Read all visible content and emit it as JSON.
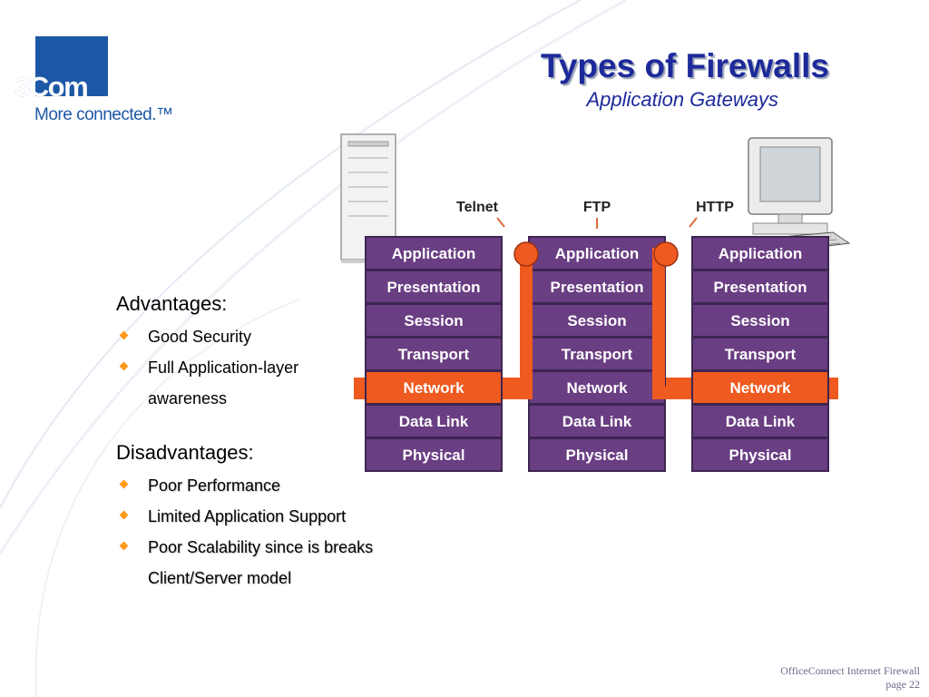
{
  "slide": {
    "title": "Types of Firewalls",
    "subtitle": "Application Gateways"
  },
  "logo": {
    "name": "3Com",
    "reg_mark": "®",
    "tagline": "More connected.™",
    "color": "#1d58a6"
  },
  "diagram": {
    "protocols": [
      "Telnet",
      "FTP",
      "HTTP"
    ],
    "layers": [
      "Application",
      "Presentation",
      "Session",
      "Transport",
      "Network",
      "Data Link",
      "Physical"
    ],
    "colors": {
      "stack": "#6a3e83",
      "path": "#ee5a1f"
    }
  },
  "advantages": {
    "heading": "Advantages:",
    "items": [
      "Good Security",
      "Full Application-layer",
      "awareness"
    ]
  },
  "disadvantages": {
    "heading": "Disadvantages:",
    "items": [
      "Poor Performance",
      "Limited Application Support",
      "Poor Scalability since is breaks",
      "Client/Server model"
    ]
  },
  "footer": {
    "product": "OfficeConnect Internet Firewall",
    "page": "page 22"
  }
}
